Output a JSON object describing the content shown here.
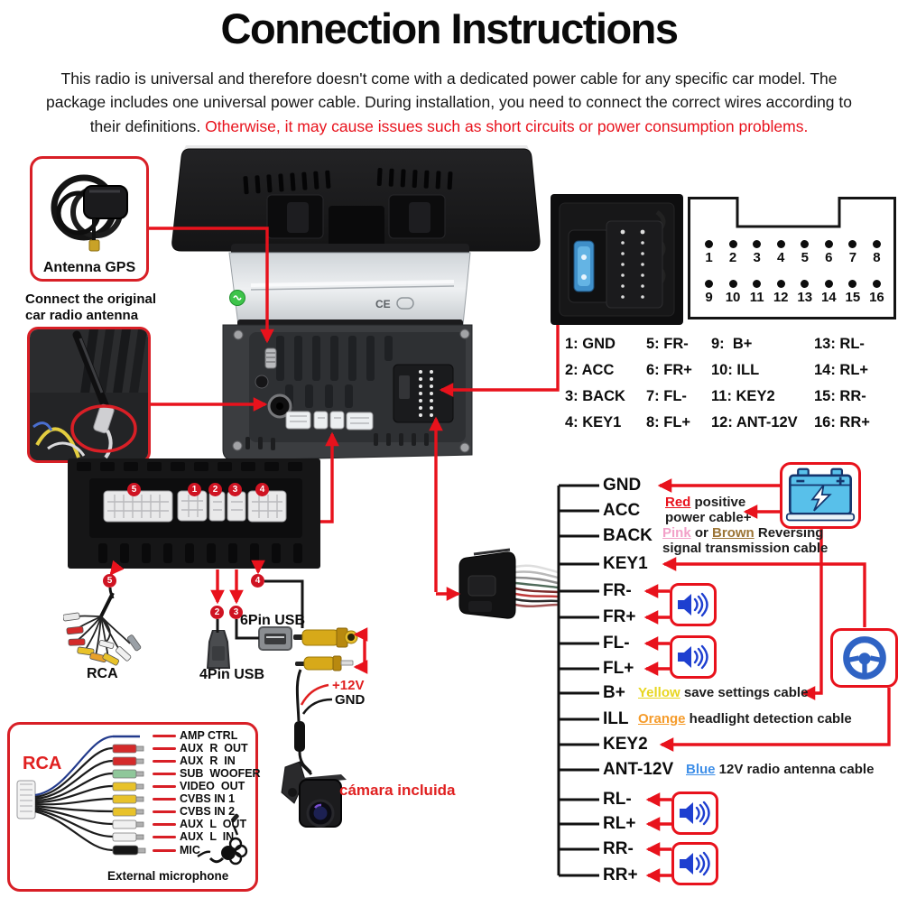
{
  "title": "Connection Instructions",
  "intro": {
    "black_text": "This radio is universal and therefore doesn't come with a dedicated power cable for any specific car model. The package includes one universal power cable. During installation, you need to connect the correct wires according to their definitions. ",
    "red_text": "Otherwise, it may cause issues such as short circuits or power consumption problems."
  },
  "gps": {
    "label": "Antenna GPS"
  },
  "car_antenna": {
    "note": "Connect the original\ncar radio antenna"
  },
  "radio": {
    "ce_mark": "CE"
  },
  "pin_diagram": {
    "row1": [
      "1",
      "2",
      "3",
      "4",
      "5",
      "6",
      "7",
      "8"
    ],
    "row2": [
      "9",
      "10",
      "11",
      "12",
      "13",
      "14",
      "15",
      "16"
    ]
  },
  "pin_definitions": {
    "col1": [
      "1: GND",
      "2: ACC",
      "3: BACK",
      "4: KEY1"
    ],
    "col2": [
      "5: FR-",
      "6: FR+",
      "7: FL-",
      "8: FL+"
    ],
    "col3": [
      "9:  B+",
      "10: ILL",
      "11: KEY2",
      "12: ANT-12V"
    ],
    "col4": [
      "13: RL-",
      "14: RL+",
      "15: RR-",
      "16: RR+"
    ]
  },
  "harness": {
    "labels": [
      "GND",
      "ACC",
      "BACK",
      "KEY1",
      "FR-",
      "FR+",
      "FL-",
      "FL+",
      "B+",
      "ILL",
      "KEY2",
      "ANT-12V",
      "RL-",
      "RL+",
      "RR-",
      "RR+"
    ],
    "notes": {
      "acc": {
        "highlight": "Red",
        "rest": " positive power cable+"
      },
      "back": {
        "h1": "Pink",
        "mid": " or ",
        "h2": "Brown",
        "rest": " Reversing signal transmission cable"
      },
      "bplus": {
        "highlight": "Yellow",
        "rest": " save settings cable"
      },
      "ill": {
        "highlight": "Orange",
        "rest": " headlight detection cable"
      },
      "ant": {
        "highlight": "Blue",
        "rest": " 12V radio antenna cable"
      }
    }
  },
  "cables": {
    "panel_numbers": [
      "5",
      "1",
      "2",
      "3",
      "4"
    ],
    "cable_numbers": [
      "5",
      "2",
      "3",
      "4"
    ],
    "rca_label": "RCA",
    "usb4_label": "4Pin USB",
    "usb6_label": "6Pin USB",
    "plus12_label": "+12V",
    "gnd_label": "GND",
    "camera_label": "cámara incluida"
  },
  "rca_box": {
    "title": "RCA",
    "rows": [
      "AMP CTRL",
      "AUX  R  OUT",
      "AUX  R  IN",
      "SUB  WOOFER",
      "VIDEO  OUT",
      "CVBS IN 1",
      "CVBS IN 2",
      "AUX  L  OUT",
      "AUX  L  IN",
      "MIC"
    ],
    "mic_note": "External microphone"
  },
  "colors": {
    "accent_red": "#e8121c",
    "box_red": "#d81f26",
    "battery_blue": "#58c0ea",
    "icon_blue": "#1e3fd0",
    "steering_blue": "#2f63c4"
  }
}
